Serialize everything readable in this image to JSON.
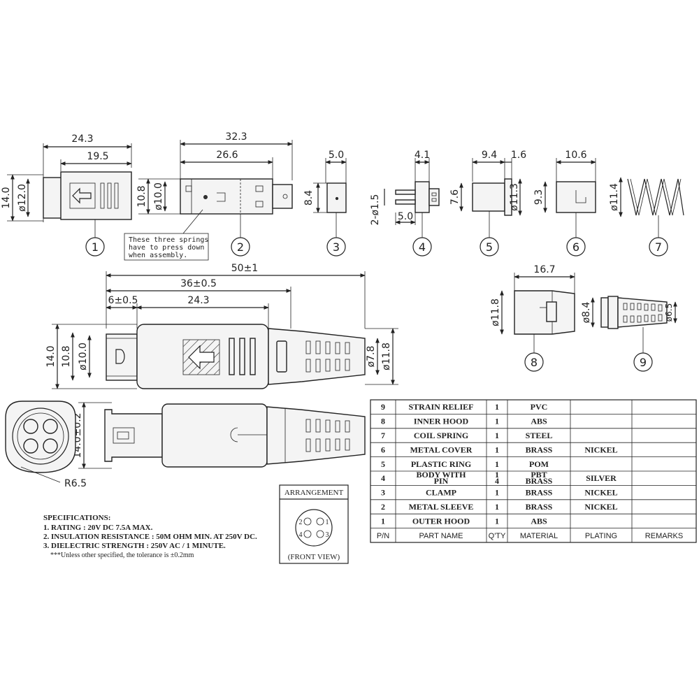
{
  "dimensions": {
    "p1_len": "24.3",
    "p1_inner": "19.5",
    "p1_h": "14.0",
    "p1_d": "ø12.0",
    "p2_len": "32.3",
    "p2_inner": "26.6",
    "p2_h": "10.8",
    "p2_d": "ø10.0",
    "p3_w": "5.0",
    "p3_h": "8.4",
    "p4_w": "4.1",
    "p4_d": "2-ø1.5",
    "p4_base": "5.0",
    "p5_w": "9.4",
    "p5_w2": "1.6",
    "p5_h": "7.6",
    "p5_d": "ø11.3",
    "p6_w": "10.6",
    "p6_h": "9.3",
    "p7_d": "ø11.4",
    "p8_w": "16.7",
    "p8_d": "ø11.8",
    "p9_d1": "ø8.4",
    "p9_d2": "ø6.5",
    "asm_total": "50±1",
    "asm_36": "36±0.5",
    "asm_6": "6±0.5",
    "asm_24": "24.3",
    "asm_h14": "14.0",
    "asm_h108": "10.8",
    "asm_d10": "ø10.0",
    "asm_d78": "ø7.8",
    "asm_d118": "ø11.8",
    "side_h": "14.0±0.2",
    "front_r": "R6.5"
  },
  "callouts": [
    "1",
    "2",
    "3",
    "4",
    "5",
    "6",
    "7",
    "8",
    "9"
  ],
  "spring_note": [
    "These three springs",
    "have to press down",
    "when assembly."
  ],
  "arrangement": {
    "title": "ARRANGEMENT",
    "footer": "(FRONT VIEW)",
    "pins": [
      "2",
      "1",
      "4",
      "3"
    ]
  },
  "specifications": {
    "title": "SPECIFICATIONS:",
    "lines": [
      "1. RATING  : 20V DC 7.5A MAX.",
      "2. INSULATION RESISTANCE : 50M OHM MIN. AT 250V DC.",
      "3. DIELECTRIC STRENGTH : 250V AC / 1 MINUTE."
    ],
    "tolerance": "***Unless other specified, the tolerance is ±0.2mm"
  },
  "bom": {
    "headers": [
      "P/N",
      "PART  NAME",
      "Q'TY",
      "MATERIAL",
      "PLATING",
      "REMARKS"
    ],
    "rows": [
      [
        "9",
        "STRAIN RELIEF",
        "1",
        "PVC",
        "",
        ""
      ],
      [
        "8",
        "INNER HOOD",
        "1",
        "ABS",
        "",
        ""
      ],
      [
        "7",
        "COIL SPRING",
        "1",
        "STEEL",
        "",
        ""
      ],
      [
        "6",
        "METAL COVER",
        "1",
        "BRASS",
        "NICKEL",
        ""
      ],
      [
        "5",
        "PLASTIC RING",
        "1",
        "POM",
        "",
        ""
      ],
      [
        "4",
        "BODY WITH PIN",
        "1 4",
        "PBT BRASS",
        "SILVER",
        ""
      ],
      [
        "3",
        "CLAMP",
        "1",
        "BRASS",
        "NICKEL",
        ""
      ],
      [
        "2",
        "METAL SLEEVE",
        "1",
        "BRASS",
        "NICKEL",
        ""
      ],
      [
        "1",
        "OUTER HOOD",
        "1",
        "ABS",
        "",
        ""
      ]
    ]
  }
}
